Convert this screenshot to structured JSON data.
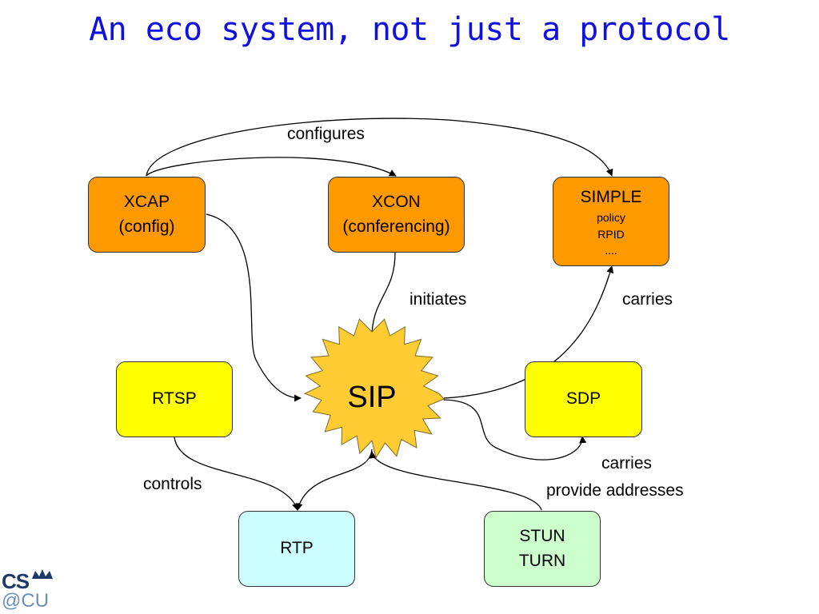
{
  "title": "An eco system, not just a protocol",
  "nodes": {
    "xcap": {
      "line1": "XCAP",
      "line2": "(config)"
    },
    "xcon": {
      "line1": "XCON",
      "line2": "(conferencing)"
    },
    "simple": {
      "line1": "SIMPLE",
      "line2": "policy",
      "line3": "RPID",
      "line4": "...."
    },
    "rtsp": {
      "line1": "RTSP"
    },
    "sip": {
      "line1": "SIP"
    },
    "sdp": {
      "line1": "SDP"
    },
    "rtp": {
      "line1": "RTP"
    },
    "stun_turn": {
      "line1": "STUN",
      "line2": "TURN"
    }
  },
  "edges": {
    "configures": "configures",
    "initiates": "initiates",
    "carries_simple": "carries",
    "controls": "controls",
    "carries_sdp": "carries",
    "provide_addresses": "provide addresses"
  },
  "logo": {
    "top": "CS",
    "bottom": "@CU"
  },
  "colors": {
    "title": "#1010e0",
    "orange": "#ff9900",
    "yellow": "#ffff00",
    "cyan": "#ccffff",
    "green": "#ccffcc",
    "sip_burst": "#ffcc33"
  }
}
